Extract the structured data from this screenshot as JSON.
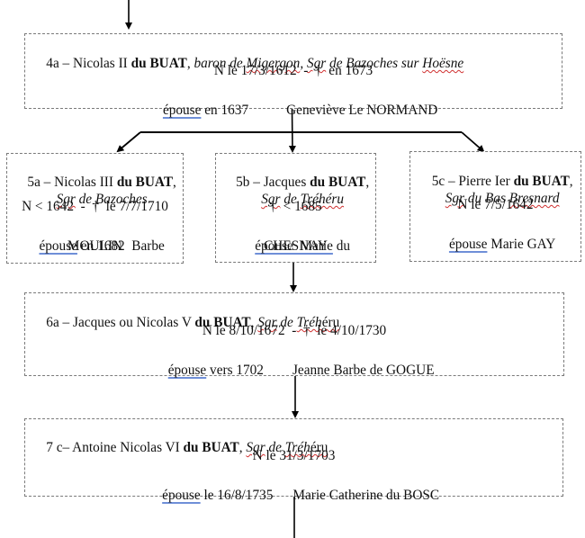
{
  "diagram": {
    "type": "family-tree",
    "family": "du BUAT",
    "nodes": {
      "n4a": {
        "id": "4a",
        "title_prefix": "4a – Nicolas II ",
        "surname": "du BUAT",
        "comma": ", ",
        "title_italic_1": "baron de ",
        "title_italic_2": "Migergon",
        "title_italic_3": ", ",
        "title_italic_4": "Sgr",
        "title_italic_5": " de Bazoches sur ",
        "title_italic_6": "Hoësne",
        "dates": "N le 17/3/1612  -  †  en 1673",
        "marriage_word": "épouse",
        "marriage_rest": " en 1637",
        "spouse": "Geneviève Le NORMAND"
      },
      "n5a": {
        "id": "5a",
        "title_prefix": "5a – Nicolas III ",
        "surname": "du BUAT",
        "comma": ",",
        "lord_sgr": "Sgr",
        "lord_rest": " de Bazoches",
        "dates": "N < 1642  -  †  le 7/7/1710",
        "marriage_word": "épouse",
        "marriage_rest": " en 1682  Barbe",
        "spouse_line2": "MOULIN"
      },
      "n5b": {
        "id": "5b",
        "title_prefix": "5b – Jacques ",
        "surname": "du BUAT",
        "comma": ",",
        "lord_sgr": "Sgr",
        "lord_de": " de ",
        "lord_place": "Tréhéru",
        "dates": "†  < 1685",
        "marriage_word": "épouse  Marie",
        "marriage_rest": " du",
        "spouse_line2": "CHESNAY"
      },
      "n5c": {
        "id": "5c",
        "title_prefix": "5c – Pierre Ier ",
        "surname": "du BUAT",
        "comma": ",",
        "lord_sgr": "Sgr",
        "lord_du": " du Bas ",
        "lord_place": "Bresnard",
        "dates": "N le 7/5/1642",
        "marriage_word": "épouse",
        "marriage_rest": " Marie GAY"
      },
      "n6a": {
        "id": "6a",
        "title_prefix": "6a – Jacques ou Nicolas V ",
        "surname": "du BUAT",
        "comma": ", ",
        "lord_sgr": "Sgr",
        "lord_de": " de ",
        "lord_place_italic": "Tréh",
        "lord_place_roman": "éru",
        "dates": "N le 8/10/1672  -  †  le 4/10/1730",
        "marriage_word": "épouse",
        "marriage_rest": " vers 1702",
        "spouse": "Jeanne Barbe de GOGUE"
      },
      "n7c": {
        "id": "7c",
        "title_prefix": "7 c– Antoine Nicolas VI ",
        "surname": "du BUAT",
        "comma": ", ",
        "lord_sgr": "Sgr",
        "lord_de": " de ",
        "lord_place_italic": "Tréh",
        "lord_place_roman": "éru",
        "dates": "N le 31/3/1703",
        "marriage_word": "épouse",
        "marriage_rest": " le 16/8/1735",
        "spouse": "Marie Catherine du BOSC"
      }
    },
    "edges": [
      {
        "from": "previous",
        "to": "4a"
      },
      {
        "from": "4a",
        "to": "5a"
      },
      {
        "from": "4a",
        "to": "5b"
      },
      {
        "from": "4a",
        "to": "5c"
      },
      {
        "from": "5b",
        "to": "6a"
      },
      {
        "from": "6a",
        "to": "7c"
      },
      {
        "from": "7c",
        "to": "next"
      }
    ]
  }
}
